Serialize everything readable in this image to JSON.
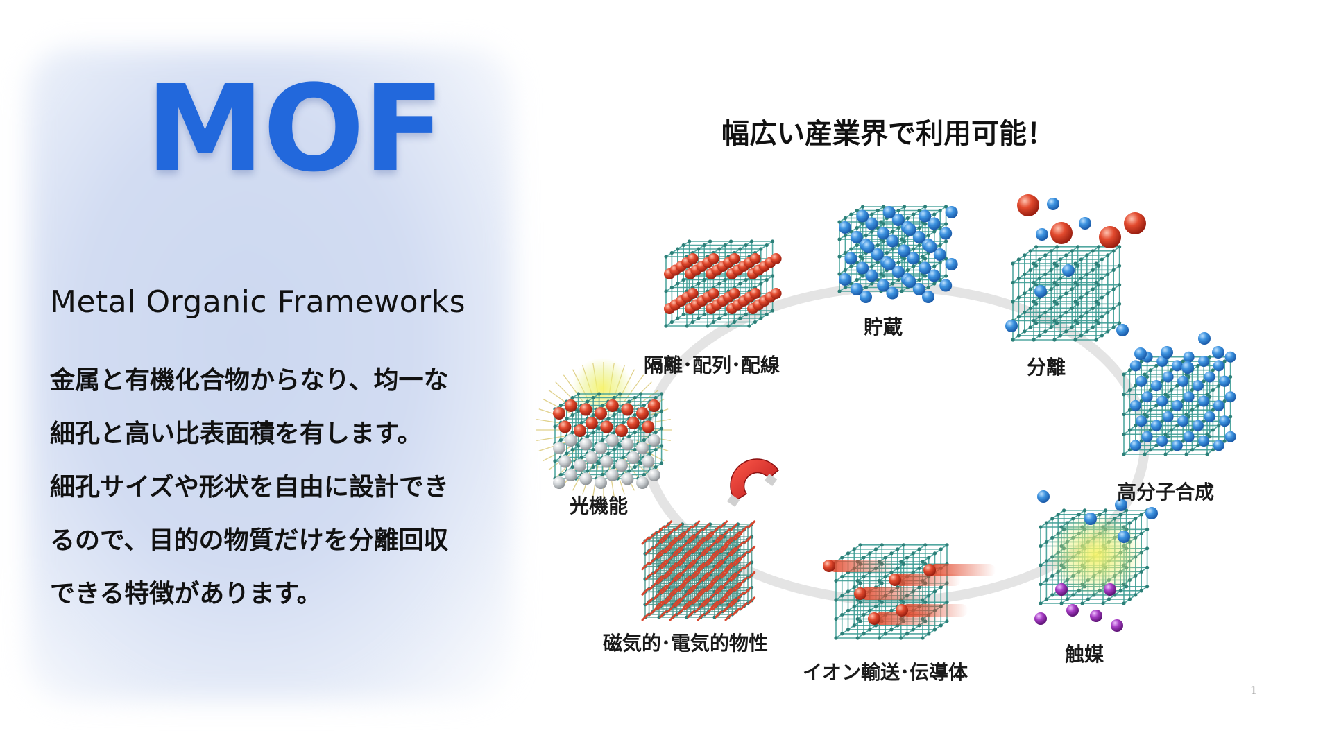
{
  "slide": {
    "title": "MOF",
    "subtitle": "Metal Organic Frameworks",
    "description_lines": [
      "金属と有機化合物からなり、均一な",
      "細孔と高い比表面積を有します。",
      "細孔サイズや形状を自由に設計でき",
      "るので、目的の物質だけを分離回収",
      "できる特徴があります。"
    ],
    "right_title": "幅広い産業界で利用可能！",
    "page_number": "1"
  },
  "applications": [
    {
      "label": "貯蔵",
      "icon": "storage-crystal-icon"
    },
    {
      "label": "分離",
      "icon": "separation-crystal-icon"
    },
    {
      "label": "高分子合成",
      "icon": "polymer-synthesis-crystal-icon"
    },
    {
      "label": "触媒",
      "icon": "catalyst-crystal-icon"
    },
    {
      "label": "イオン輸送･伝導体",
      "icon": "ion-transport-crystal-icon"
    },
    {
      "label": "磁気的･電気的物性",
      "icon": "magnetic-crystal-icon"
    },
    {
      "label": "光機能",
      "icon": "optical-crystal-icon"
    },
    {
      "label": "隔離･配列･配線",
      "icon": "isolation-crystal-icon"
    }
  ],
  "colors": {
    "accent_blue": "#2268dc",
    "lattice_teal": "#3f9e96",
    "sphere_blue": "#2f86d8",
    "sphere_red": "#d83a2a",
    "sphere_purple": "#9b2fb8",
    "ring_gray": "#e4e4e4"
  }
}
